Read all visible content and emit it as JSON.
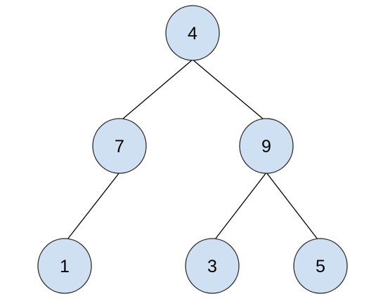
{
  "tree": {
    "nodes": [
      {
        "id": "n4",
        "label": "4"
      },
      {
        "id": "n7",
        "label": "7"
      },
      {
        "id": "n9",
        "label": "9"
      },
      {
        "id": "n1",
        "label": "1"
      },
      {
        "id": "n3",
        "label": "3"
      },
      {
        "id": "n5",
        "label": "5"
      }
    ],
    "edges": [
      {
        "from": "n4",
        "to": "n7"
      },
      {
        "from": "n4",
        "to": "n9"
      },
      {
        "from": "n7",
        "to": "n1"
      },
      {
        "from": "n9",
        "to": "n3"
      },
      {
        "from": "n9",
        "to": "n5"
      }
    ],
    "colors": {
      "node_fill": "#cfe0f3",
      "node_stroke": "#2b2b2b",
      "edge": "#000000"
    }
  }
}
